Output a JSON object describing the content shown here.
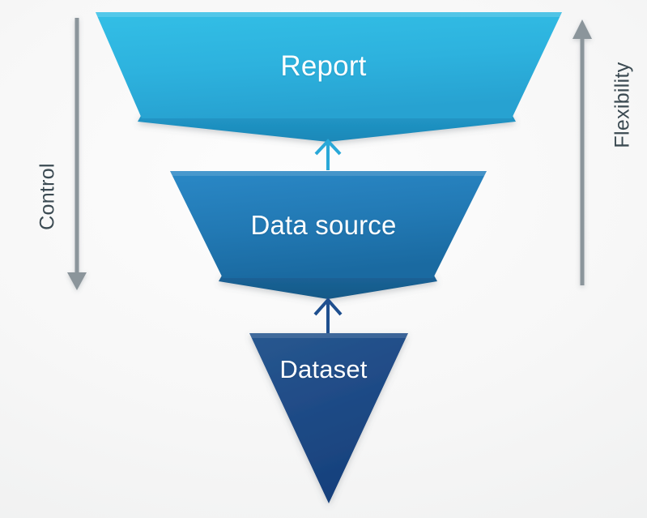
{
  "diagram": {
    "title": "Data hierarchy funnel",
    "background_color": "#f4f4f4",
    "levels": [
      {
        "id": "report",
        "label": "Report",
        "shape": "trapezoid-banner",
        "fill_top": "#2fbbe4",
        "fill_bottom": "#2aa6d4",
        "fold_color": "#1f93c2",
        "order": 1
      },
      {
        "id": "data-source",
        "label": "Data source",
        "shape": "trapezoid-banner",
        "fill_top": "#2581bf",
        "fill_bottom": "#1d6fa8",
        "fold_color": "#175b8c",
        "order": 2
      },
      {
        "id": "dataset",
        "label": "Dataset",
        "shape": "triangle-down",
        "fill_top": "#22528f",
        "fill_bottom": "#173f79",
        "fold_color": "#143867",
        "order": 3
      }
    ],
    "connectors": [
      {
        "id": "dataset-to-data-source",
        "direction": "up",
        "color": "#1e4f8f",
        "from": "Dataset",
        "to": "Data source"
      },
      {
        "id": "data-source-to-report",
        "direction": "up",
        "color": "#29a8d8",
        "from": "Data source",
        "to": "Report"
      }
    ],
    "axes": [
      {
        "id": "control",
        "label": "Control",
        "side": "left",
        "direction": "down",
        "color": "#8b959b",
        "text_color": "#3b4a52"
      },
      {
        "id": "flexibility",
        "label": "Flexibility",
        "side": "right",
        "direction": "up",
        "color": "#8b959b",
        "text_color": "#3b4a52"
      }
    ]
  }
}
